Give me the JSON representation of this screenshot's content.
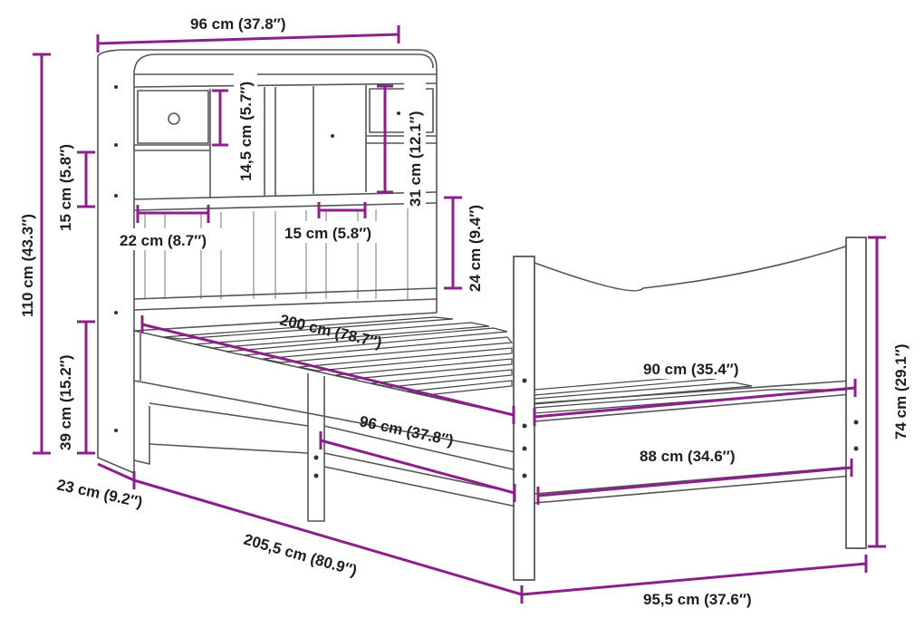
{
  "colors": {
    "dimension_line": "#8c1f8c",
    "label_text": "#1e1e1e",
    "outline": "#555555",
    "background": "#ffffff"
  },
  "dimensions": {
    "headboard_width": "96 cm (37.8″)",
    "total_height": "110 cm (43.3″)",
    "side_shelf_height": "15 cm (5.8″)",
    "top_shelf_height": "14,5 cm (5.7″)",
    "right_shelf_height": "31 cm (12.1″)",
    "left_shelf_width": "22 cm (8.7″)",
    "middle_shelf_width": "15 cm (5.8″)",
    "headboard_panel_height": "24 cm (9.4″)",
    "under_bed_height": "39 cm (15.2″)",
    "mattress_length": "200 cm (78.7″)",
    "mattress_width": "90 cm (35.4″)",
    "footboard_height": "74 cm (29.1″)",
    "side_rail_length": "96 cm (37.8″)",
    "foot_rail_width": "88 cm (34.6″)",
    "headboard_depth": "23 cm (9.2″)",
    "total_length": "205,5 cm (80.9″)",
    "total_width": "95,5 cm (37.6″)"
  }
}
